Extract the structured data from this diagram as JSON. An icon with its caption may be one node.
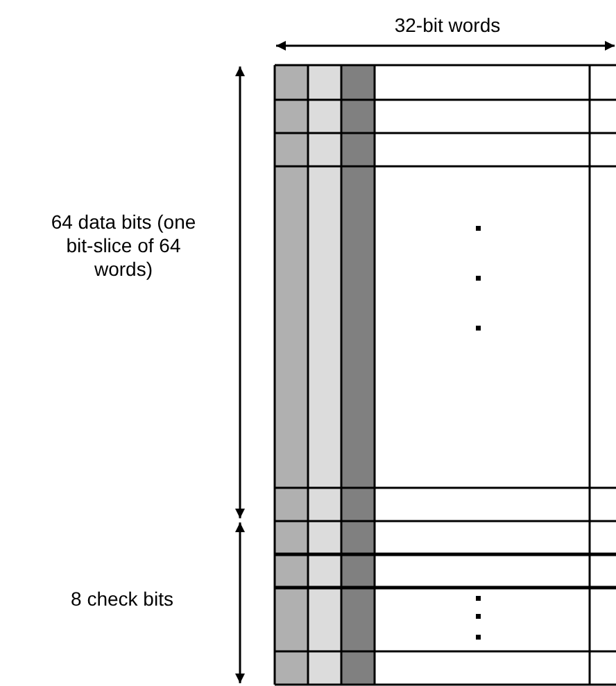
{
  "diagram": {
    "labels": [
      "32-bit words",
      "64 data bits (one bit-slice of 64 words)",
      "8 check bits"
    ]
  }
}
